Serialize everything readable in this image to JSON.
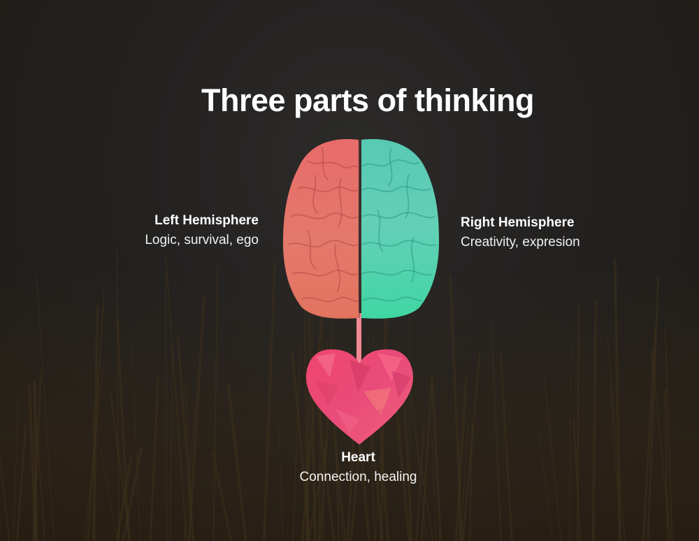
{
  "title": "Three parts of thinking",
  "nodes": {
    "left": {
      "heading": "Left Hemisphere",
      "description": "Logic, survival, ego",
      "color": "#e8766c"
    },
    "right": {
      "heading": "Right Hemisphere",
      "description": "Creativity, expresion",
      "color": "#5ed6b4"
    },
    "heart": {
      "heading": "Heart",
      "description": "Connection, healing",
      "color": "#ec4f78"
    }
  },
  "colors": {
    "background": "#232120",
    "connector": "#f08a94",
    "text": "#ffffff"
  }
}
